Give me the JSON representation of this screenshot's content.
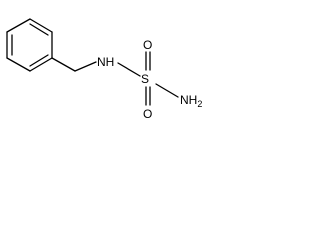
{
  "molecule": {
    "labels": {
      "nh": "NH",
      "s": "S",
      "o_top": "O",
      "o_bottom": "O",
      "nh2_main": "NH",
      "nh2_sub": "2"
    }
  }
}
